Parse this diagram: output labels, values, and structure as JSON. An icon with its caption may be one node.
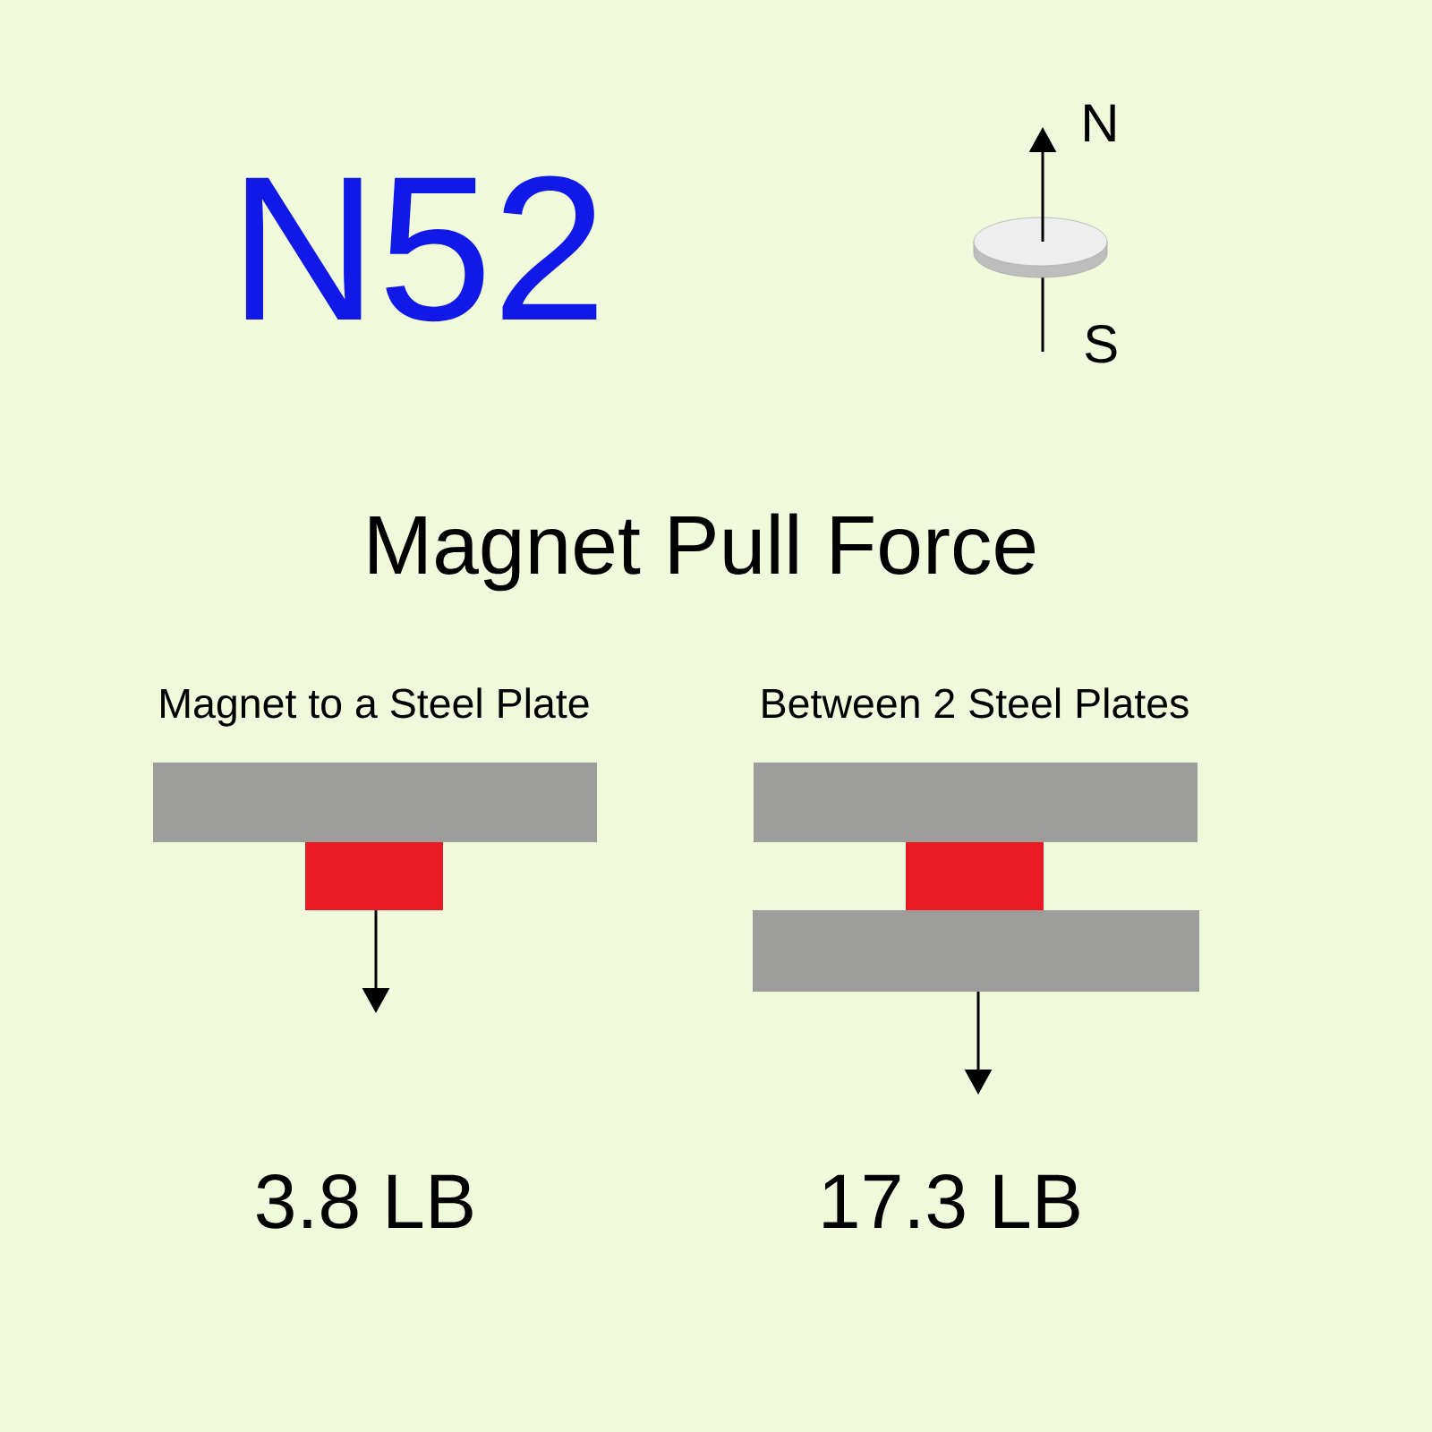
{
  "diagram": {
    "title": "Magnet Pull Force",
    "labels": [
      "N52",
      "N",
      "S",
      "Magnet to a Steel Plate",
      "Between 2 Steel Plates",
      "3.8 LB",
      "17.3 LB"
    ]
  }
}
